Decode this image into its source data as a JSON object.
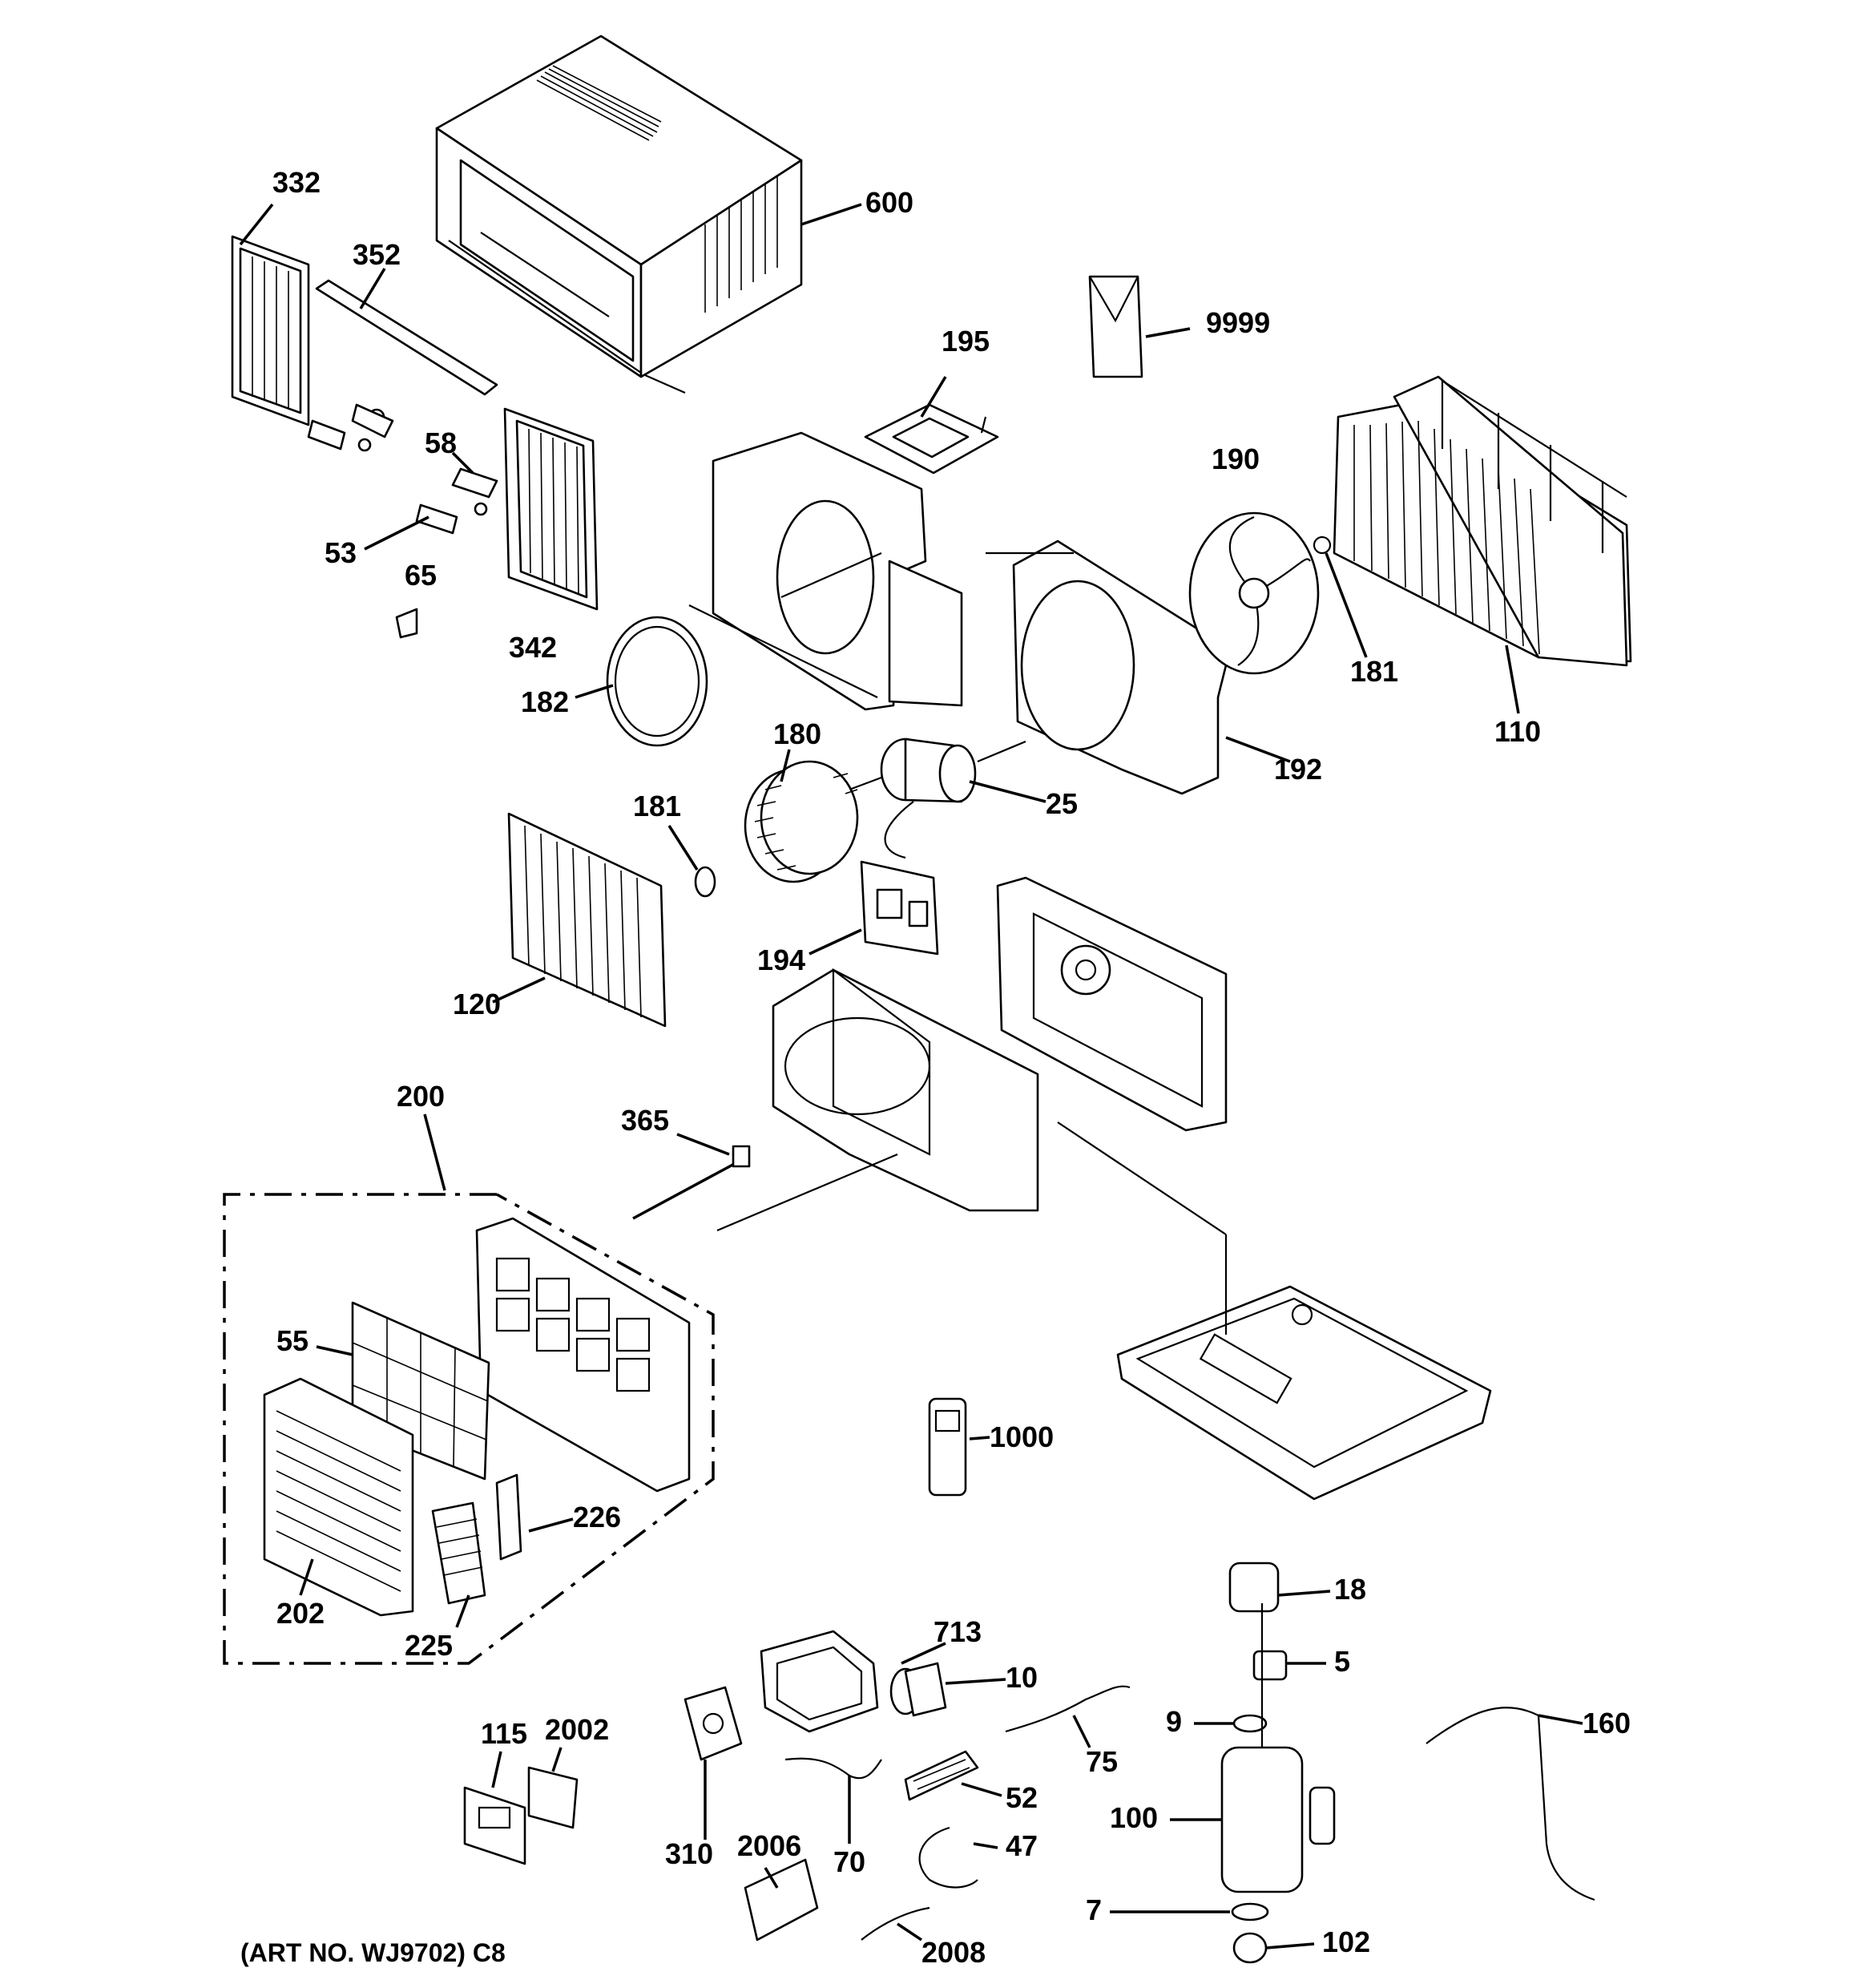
{
  "diagram": {
    "art_number": "(ART NO. WJ9702) C8",
    "labels": {
      "l332": "332",
      "l352": "352",
      "l600": "600",
      "l9999": "9999",
      "l195": "195",
      "l190": "190",
      "l58": "58",
      "l53": "53",
      "l65": "65",
      "l342": "342",
      "l181a": "181",
      "l110": "110",
      "l182": "182",
      "l180": "180",
      "l192": "192",
      "l181b": "181",
      "l25": "25",
      "l194": "194",
      "l120": "120",
      "l200": "200",
      "l365": "365",
      "l55": "55",
      "l1000": "1000",
      "l226": "226",
      "l202": "202",
      "l225": "225",
      "l18": "18",
      "l713": "713",
      "l5": "5",
      "l10": "10",
      "l9": "9",
      "l160": "160",
      "l75": "75",
      "l115": "115",
      "l2002": "2002",
      "l52": "52",
      "l100": "100",
      "l310": "310",
      "l2006": "2006",
      "l70": "70",
      "l47": "47",
      "l7": "7",
      "l102": "102",
      "l2008": "2008"
    }
  }
}
